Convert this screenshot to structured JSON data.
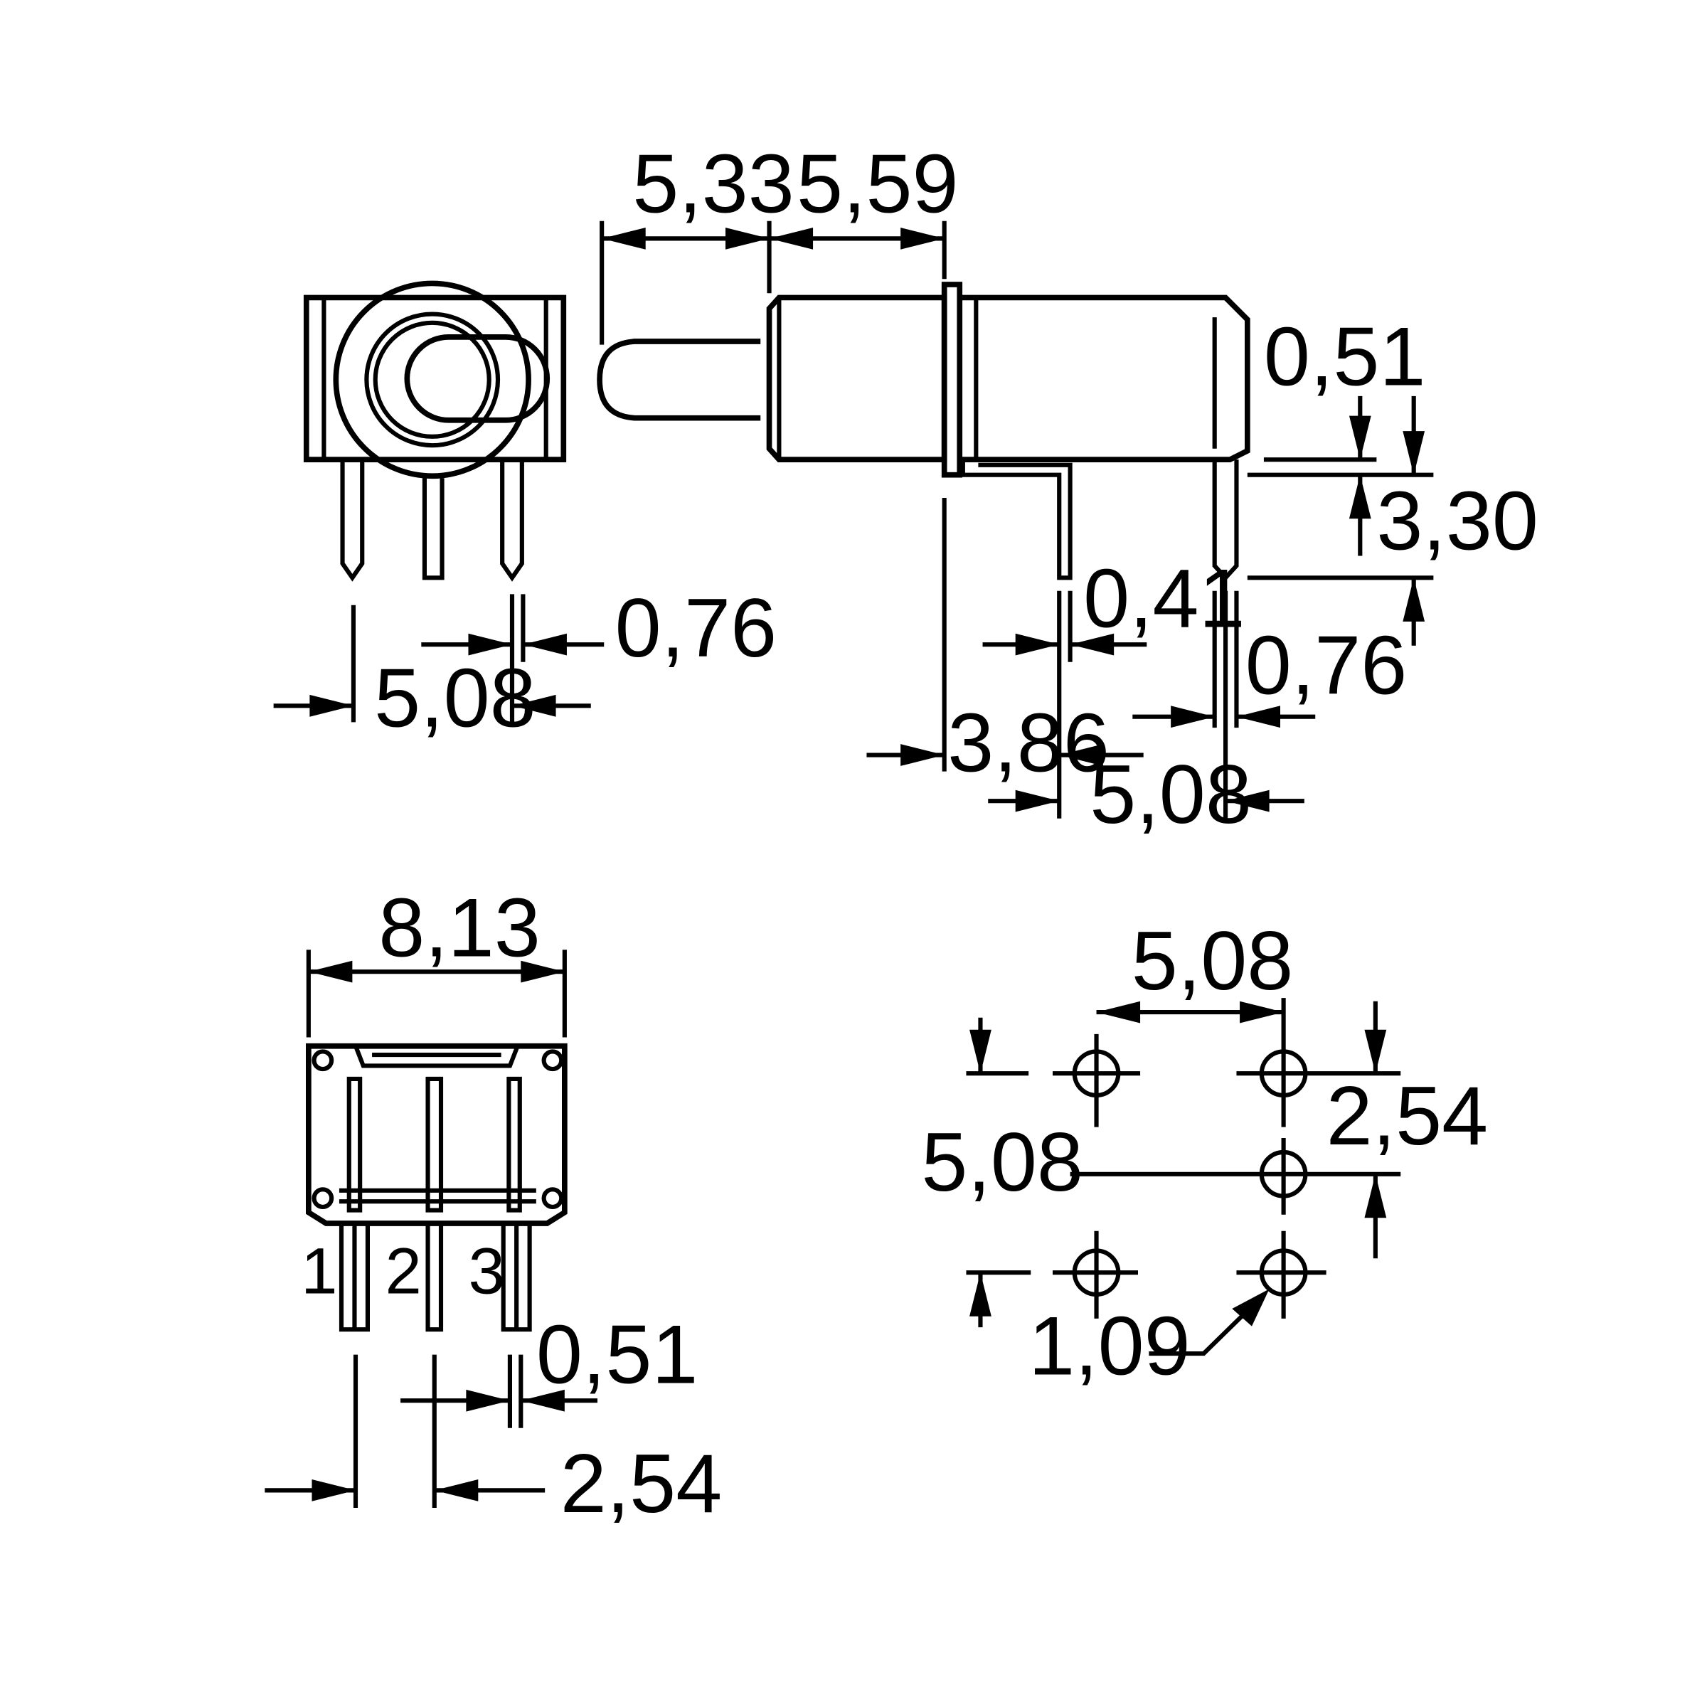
{
  "drawing": {
    "side_view": {
      "toggle_length": "5,33",
      "bushing_length": "5,59",
      "terminal_offset": "0,51",
      "terminal_length": "3,30",
      "terminal_thickness_front": "0,41",
      "terminal_thickness_rear": "0,76",
      "flange_to_terminal": "3,86",
      "terminal_spacing": "5,08"
    },
    "front_view": {
      "pin_thickness": "0,76",
      "pin_span": "5,08"
    },
    "bottom_view": {
      "body_width": "8,13",
      "pin_labels": [
        "1",
        "2",
        "3"
      ],
      "pin_thickness": "0,51",
      "pin_pitch": "2,54"
    },
    "footprint": {
      "column_spacing": "5,08",
      "row_spacing": "5,08",
      "row_pitch": "2,54",
      "hole_diameter": "1,09"
    }
  }
}
